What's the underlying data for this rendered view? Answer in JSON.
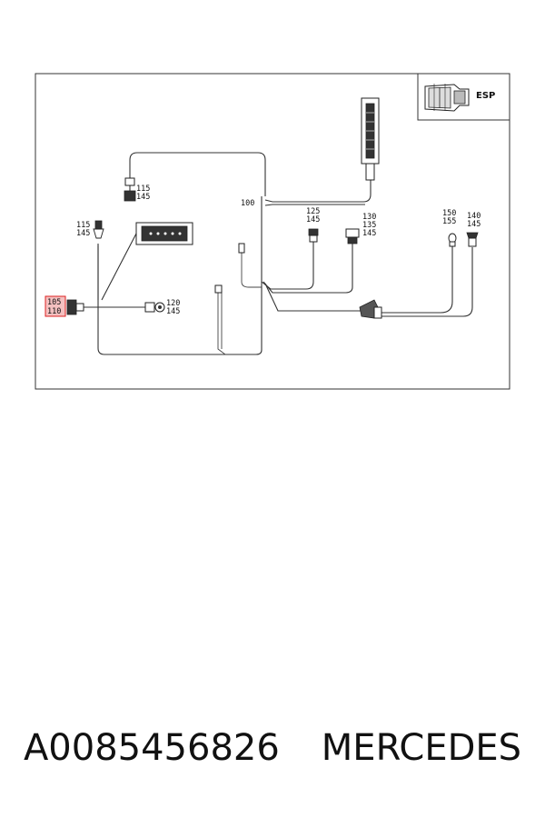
{
  "diagram": {
    "badge": "ESP",
    "labels": {
      "l100": "100",
      "l115a": "115",
      "l145a": "145",
      "l115b": "115",
      "l145b": "145",
      "l105": "105",
      "l110": "110",
      "l120": "120",
      "l145c": "145",
      "l125": "125",
      "l145d": "145",
      "l130": "130",
      "l135": "135",
      "l145e": "145",
      "l150": "150",
      "l155": "155",
      "l140": "140",
      "l145f": "145"
    }
  },
  "caption": {
    "part_number": "A0085456826",
    "brand": "MERCEDES"
  }
}
